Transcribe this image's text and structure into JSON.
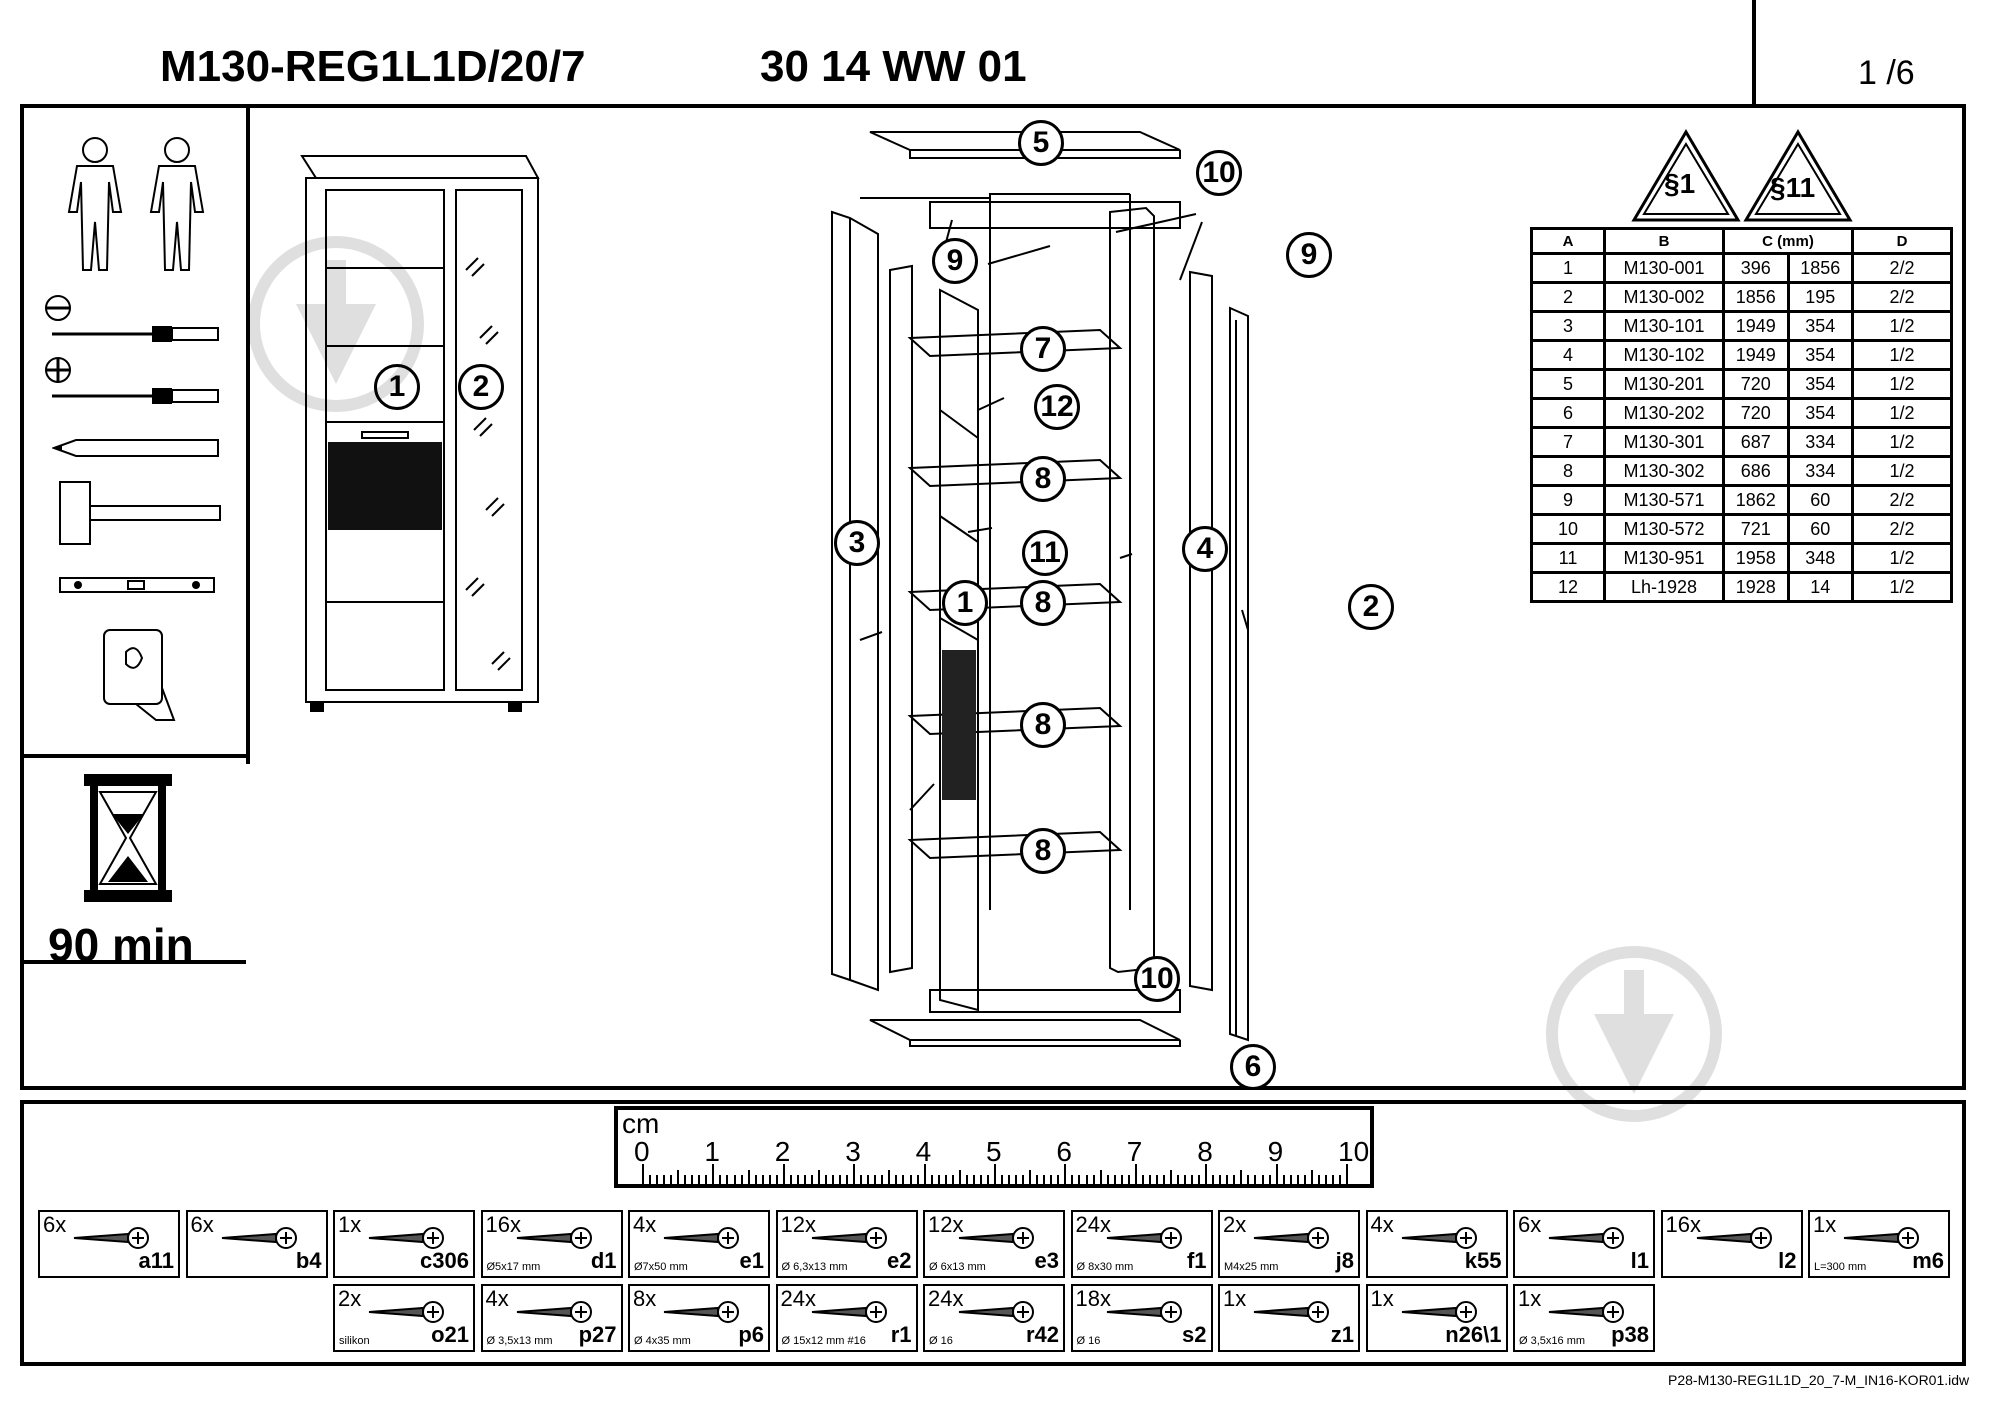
{
  "header": {
    "model": "M130-REG1L1D/20/7",
    "code": "30 14 WW 01",
    "page": "1 /6"
  },
  "time": {
    "label": "90 min"
  },
  "warnings": [
    {
      "label": "§1"
    },
    {
      "label": "§11"
    }
  ],
  "table": {
    "headers": [
      "A",
      "B",
      "C (mm)",
      "D"
    ],
    "rows": [
      [
        "1",
        "M130-001",
        "396",
        "1856",
        "2/2"
      ],
      [
        "2",
        "M130-002",
        "1856",
        "195",
        "2/2"
      ],
      [
        "3",
        "M130-101",
        "1949",
        "354",
        "1/2"
      ],
      [
        "4",
        "M130-102",
        "1949",
        "354",
        "1/2"
      ],
      [
        "5",
        "M130-201",
        "720",
        "354",
        "1/2"
      ],
      [
        "6",
        "M130-202",
        "720",
        "354",
        "1/2"
      ],
      [
        "7",
        "M130-301",
        "687",
        "334",
        "1/2"
      ],
      [
        "8",
        "M130-302",
        "686",
        "334",
        "1/2"
      ],
      [
        "9",
        "M130-571",
        "1862",
        "60",
        "2/2"
      ],
      [
        "10",
        "M130-572",
        "721",
        "60",
        "2/2"
      ],
      [
        "11",
        "M130-951",
        "1958",
        "348",
        "1/2"
      ],
      [
        "12",
        "Lh-1928",
        "1928",
        "14",
        "1/2"
      ]
    ]
  },
  "callouts": {
    "c5": "5",
    "c10a": "10",
    "c9a": "9",
    "c9b": "9",
    "c7": "7",
    "c12": "12",
    "c8a": "8",
    "c11": "11",
    "c3": "3",
    "c4": "4",
    "c1": "1",
    "c8b": "8",
    "c2": "2",
    "c8c": "8",
    "c8d": "8",
    "c10b": "10",
    "c6": "6",
    "pv1": "1",
    "pv2": "2"
  },
  "ruler": {
    "unit": "cm",
    "ticks": [
      "0",
      "1",
      "2",
      "3",
      "4",
      "5",
      "6",
      "7",
      "8",
      "9",
      "10"
    ]
  },
  "hardware_row1": [
    {
      "qty": "6x",
      "code": "a11",
      "note": ""
    },
    {
      "qty": "6x",
      "code": "b4",
      "note": ""
    },
    {
      "qty": "1x",
      "code": "c306",
      "note": ""
    },
    {
      "qty": "16x",
      "code": "d1",
      "note": "Ø5x17 mm"
    },
    {
      "qty": "4x",
      "code": "e1",
      "note": "Ø7x50 mm"
    },
    {
      "qty": "12x",
      "code": "e2",
      "note": "Ø 6,3x13 mm"
    },
    {
      "qty": "12x",
      "code": "e3",
      "note": "Ø 6x13 mm"
    },
    {
      "qty": "24x",
      "code": "f1",
      "note": "Ø 8x30 mm"
    },
    {
      "qty": "2x",
      "code": "j8",
      "note": "M4x25 mm"
    },
    {
      "qty": "4x",
      "code": "k55",
      "note": ""
    },
    {
      "qty": "6x",
      "code": "l1",
      "note": ""
    },
    {
      "qty": "16x",
      "code": "l2",
      "note": ""
    },
    {
      "qty": "1x",
      "code": "m6",
      "note": "L=300 mm"
    }
  ],
  "hardware_row2": [
    {
      "qty": "2x",
      "code": "o21",
      "note": "silikon"
    },
    {
      "qty": "4x",
      "code": "p27",
      "note": "Ø 3,5x13 mm"
    },
    {
      "qty": "8x",
      "code": "p6",
      "note": "Ø 4x35 mm"
    },
    {
      "qty": "24x",
      "code": "r1",
      "note": "Ø 15x12 mm #16"
    },
    {
      "qty": "24x",
      "code": "r42",
      "note": "Ø 16"
    },
    {
      "qty": "18x",
      "code": "s2",
      "note": "Ø 16"
    },
    {
      "qty": "1x",
      "code": "z1",
      "note": ""
    },
    {
      "qty": "1x",
      "code": "n26\\1",
      "note": ""
    },
    {
      "qty": "1x",
      "code": "p38",
      "note": "Ø 3,5x16 mm"
    }
  ],
  "footer": {
    "file": "P28-M130-REG1L1D_20_7-M_IN16-KOR01.idw"
  }
}
